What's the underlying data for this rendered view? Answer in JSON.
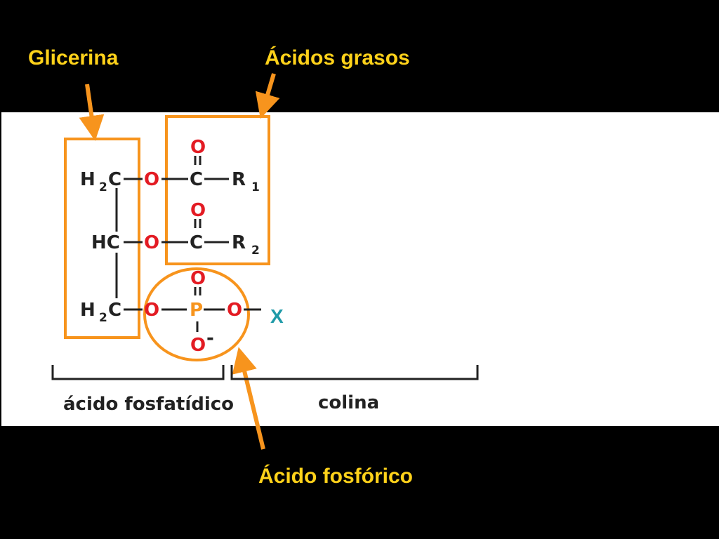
{
  "colors": {
    "background": "#000000",
    "panel": "#ffffff",
    "label_yellow": "#ffd21a",
    "orange": "#f7941d",
    "oxygen_red": "#e31b23",
    "phosphorus_orange": "#f7941d",
    "x_teal": "#1f9aa8",
    "text_dark": "#222222"
  },
  "labels": {
    "glycerol": "Glicerina",
    "fatty_acids": "Ácidos grasos",
    "phosphoric_acid": "Ácido fosfórico"
  },
  "molecule": {
    "h2": "H",
    "sub2": "2",
    "c": "C",
    "hc": "HC",
    "o": "O",
    "p": "P",
    "r": "R",
    "sub1": "1",
    "minus": "-",
    "x": "X"
  },
  "brackets": {
    "phosphatidic_acid": "ácido fosfatídico",
    "choline": "colina"
  }
}
